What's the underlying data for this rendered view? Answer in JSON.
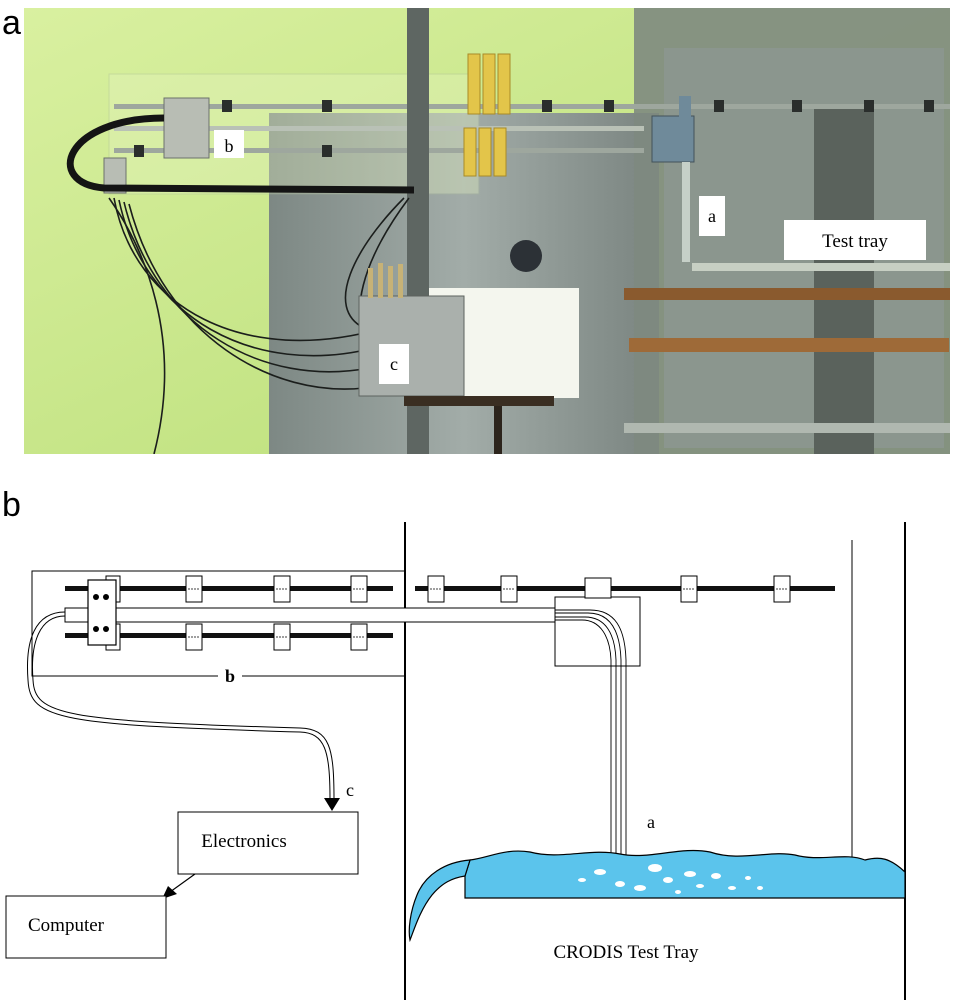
{
  "panel_a": {
    "letter": "a",
    "labels": {
      "b": "b",
      "a": "a",
      "test_tray": "Test tray",
      "c": "c"
    }
  },
  "panel_b": {
    "letter": "b",
    "labels": {
      "b": "b",
      "c": "c",
      "a": "a",
      "electronics": "Electronics",
      "computer": "Computer",
      "test_tray": "CRODIS Test Tray"
    }
  },
  "colors": {
    "liquid": "#5bc4ec",
    "wall_green": "#c9e98a",
    "steel": "#8f9a96",
    "sponge": "#e6c84a"
  }
}
